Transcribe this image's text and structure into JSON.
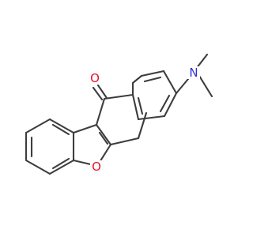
{
  "molecule": {
    "atoms": {
      "carbonyl_O": {
        "label": "O",
        "color": "#e8132b"
      },
      "furan_O": {
        "label": "O",
        "color": "#e8132b"
      },
      "amine_N": {
        "label": "N",
        "color": "#2f2fd8"
      }
    },
    "bond_color": "#3d3d3d",
    "background": "#ffffff"
  }
}
